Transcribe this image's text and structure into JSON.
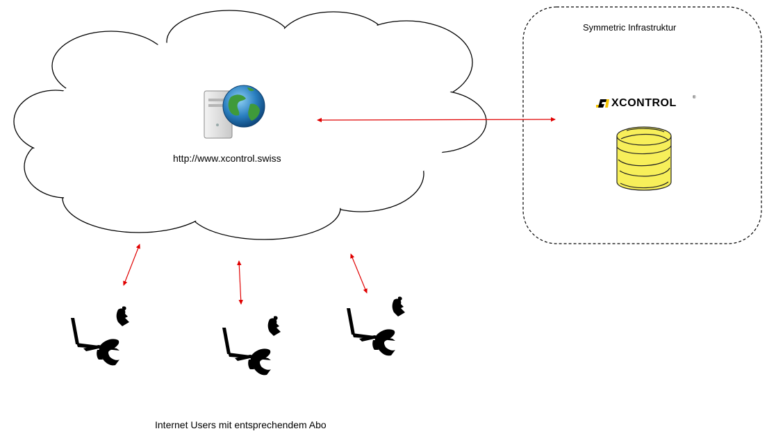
{
  "cloud": {
    "url": "http://www.xcontrol.swiss"
  },
  "infrastructure": {
    "title": "Symmetric Infrastruktur",
    "logo": "XCONTROL",
    "logo_mark": "®"
  },
  "users": {
    "caption": "Internet Users mit entsprechendem Abo"
  },
  "icons": [
    "server-globe-icon",
    "database-icon",
    "user-at-computer-icon"
  ],
  "colors": {
    "connector": "#e00000",
    "accent": "#f5c400",
    "database_fill": "#f7ef5a"
  }
}
